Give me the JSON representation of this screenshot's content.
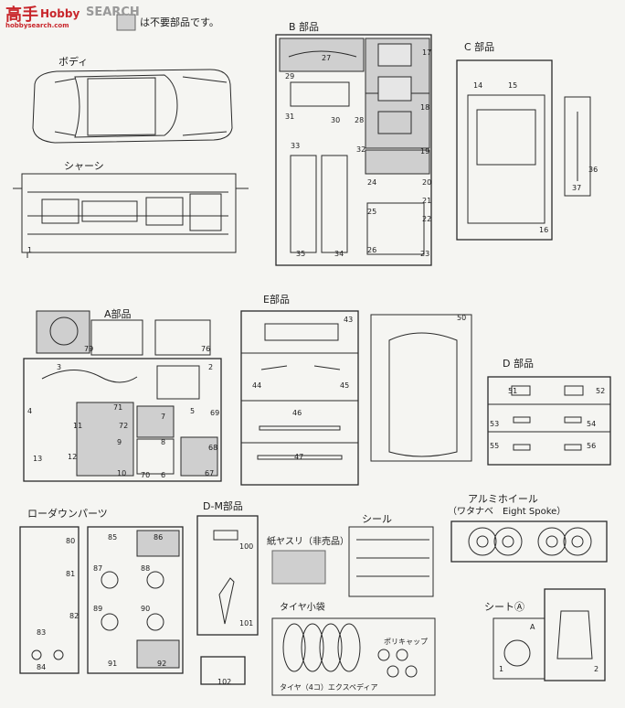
{
  "watermark": {
    "logo": "高手",
    "logo2": "Hobby",
    "search": "SEARCH",
    "site": "hobbysearch.com"
  },
  "legend": {
    "text": "は不要部品です。"
  },
  "parts": {
    "body": "ボディ",
    "chassis": "シャーシ",
    "b": "B 部品",
    "c": "C 部品",
    "a": "A部品",
    "e": "E部品",
    "d": "D 部品",
    "lowdown": "ローダウンパーツ",
    "dm": "D-M部品",
    "file": "紙ヤスリ（非売品）",
    "seal": "シール",
    "wheel1": "アルミホイール",
    "wheel2": "（ワタナベ　Eight Spoke）",
    "seat": "シートⒶ",
    "tirebag": "タイヤ小袋",
    "polycap": "ポリキャップ",
    "tire": "タイヤ（4コ）エクスペディア"
  },
  "numbers": {
    "n1": "1",
    "n2": "2",
    "n3": "3",
    "n4": "4",
    "n5": "5",
    "n6": "6",
    "n7": "7",
    "n8": "8",
    "n9": "9",
    "n10": "10",
    "n11": "11",
    "n12": "12",
    "n13": "13",
    "n14": "14",
    "n15": "15",
    "n16": "16",
    "n17": "17",
    "n18": "18",
    "n19": "19",
    "n20": "20",
    "n21": "21",
    "n22": "22",
    "n23": "23",
    "n24": "24",
    "n25": "25",
    "n26": "26",
    "n27": "27",
    "n28": "28",
    "n29": "29",
    "n30": "30",
    "n31": "31",
    "n32": "32",
    "n33": "33",
    "n34": "34",
    "n35": "35",
    "n36": "36",
    "n37": "37",
    "n43": "43",
    "n44": "44",
    "n45": "45",
    "n46": "46",
    "n47": "47",
    "n50": "50",
    "n51": "51",
    "n52": "52",
    "n53": "53",
    "n54": "54",
    "n55": "55",
    "n56": "56",
    "n67": "67",
    "n68": "68",
    "n69": "69",
    "n70": "70",
    "n71": "71",
    "n72": "72",
    "n76": "76",
    "n79": "79",
    "n80": "80",
    "n81": "81",
    "n82": "82",
    "n83": "83",
    "n84": "84",
    "n85": "85",
    "n86": "86",
    "n87": "87",
    "n88": "88",
    "n89": "89",
    "n90": "90",
    "n91": "91",
    "n92": "92",
    "n100": "100",
    "n101": "101",
    "n102": "102",
    "cA": "A",
    "s1": "1",
    "s2": "2"
  },
  "colors": {
    "unneeded": "#cfcfcf",
    "line": "#2a2a2a",
    "logo": "#c8262b"
  }
}
